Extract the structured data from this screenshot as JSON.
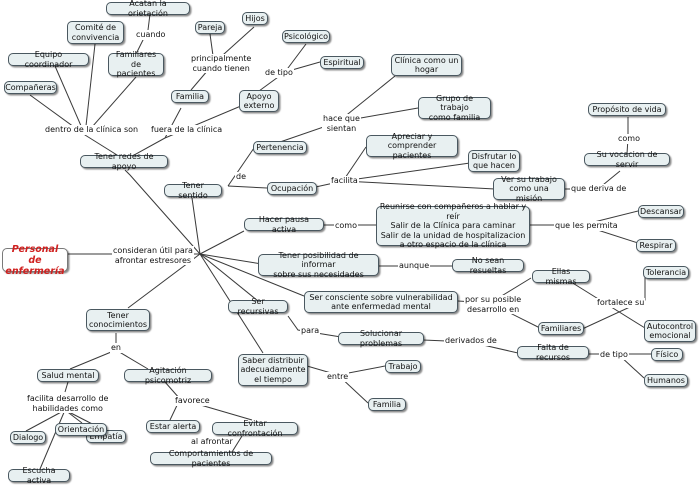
{
  "root": "Personal de\nenfermería",
  "nodes": {
    "acatan": "Acatan la orietación",
    "comite": "Comité de\nconvivencia",
    "familiares_pac": "Familiares de\npacientes",
    "equipo": "Equipo coordinador",
    "companeras": "Compañeras",
    "pareja": "Pareja",
    "hijos": "Hijos",
    "psicologico": "Psicológico",
    "espiritual": "Espiritual",
    "clinica_hogar": "Clínica como un\nhogar",
    "grupo_trabajo": "Grupo de trabajo\ncomo familia",
    "proposito": "Propósito de vida",
    "familia1": "Familia",
    "apoyo_externo": "Apoyo\nexterno",
    "redes": "Tener redes de apoyo",
    "pertenencia": "Pertenencia",
    "apreciar": "Apreciar y comprender\npacientes",
    "disfrutar": "Disfrutar lo\nque hacen",
    "vocacion": "Su vocacion de servir",
    "sentido": "Tener sentido",
    "ocupacion": "Ocupación",
    "mision": "Ver su trabajo\ncomo una misión",
    "pausa": "Hacer pausa activa",
    "reunirse": "Reunirse con compañeros a hablar y reír\nSalir de la Clínica para caminar\nSalir de la unidad de hospitalizacion\na otro espacio de la clínica",
    "descansar": "Descansar",
    "respirar": "Respirar",
    "informar": "Tener posibilidad de informar\nsobre sus necesidades",
    "no_resueltas": "No sean resueltas",
    "consciente": "Ser consciente sobre vulnerabilidad\nante enfermedad mental",
    "ellas": "Ellas mismas",
    "tolerancia": "Tolerancia",
    "familiares2": "Familiares",
    "autocontrol": "Autocontrol\nemocional",
    "recursivas": "Ser recursivas",
    "solucionar": "Solucionar problemas",
    "falta": "Falta de recursos",
    "fisico": "Físico",
    "humanos": "Humanos",
    "conocimientos": "Tener\nconocimientos",
    "salud": "Salud mental",
    "agitacion": "Agitación psicomotriz",
    "distribuir": "Saber distribuir\nadecuadamente\nel tiempo",
    "trabajo": "Trabajo",
    "familia2": "Familia",
    "dialogo": "Dialogo",
    "empatia": "Empatía",
    "orientacion": "Orientación",
    "escucha": "Escucha activa",
    "alerta": "Estar alerta",
    "evitar": "Evitar confrontación",
    "comportamientos": "Comportamientos de pacientes"
  },
  "links": {
    "cuando": "cuando",
    "principalmente": "principalmente\ncuando tienen",
    "de_tipo1": "de tipo",
    "hace_que": "hace que\nsientan",
    "dentro": "dentro de la clínica son",
    "fuera": "fuera de la clínica",
    "como_voc": "como",
    "de_sent": "de",
    "facilita1": "facilita",
    "deriva": "que deriva de",
    "consideran": "consideran útil para\nafrontar estresores",
    "como_pausa": "como",
    "permita": "que les permita",
    "aunque": "aunque",
    "posible": "por su posible\ndesarrollo en",
    "fortalece": "fortalece su",
    "para": "para",
    "derivados": "derivados de",
    "de_tipo2": "de tipo",
    "en": "en",
    "entre": "entre",
    "facilita2": "facilita desarrollo de\nhabilidades como",
    "favorece": "favorece",
    "al_afrontar": "al afrontar"
  }
}
